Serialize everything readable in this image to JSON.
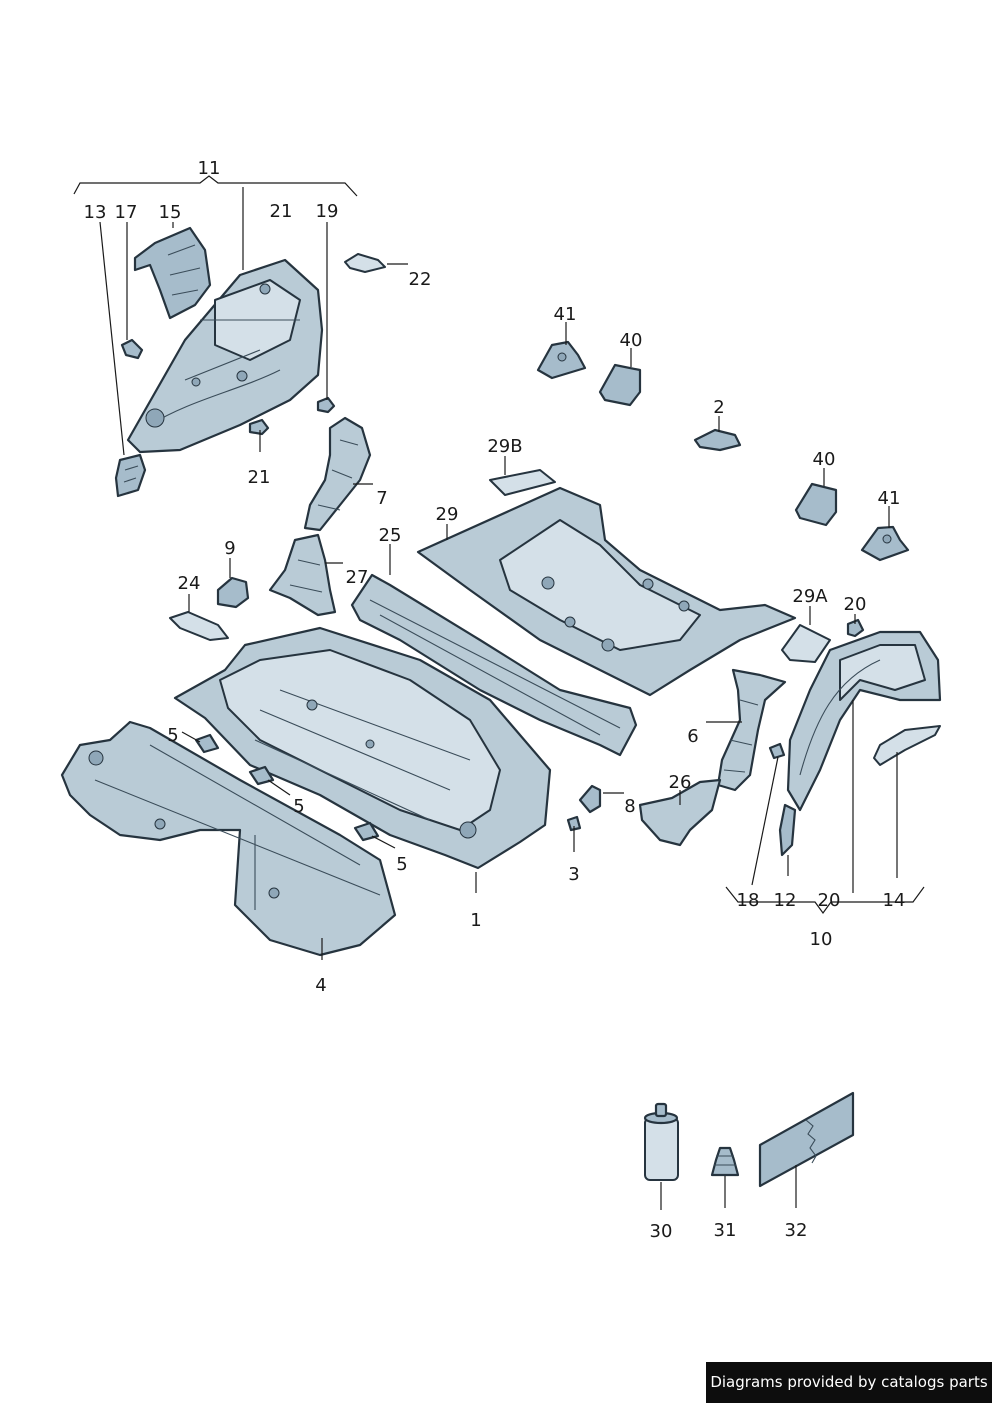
{
  "labels": {
    "l11": "11",
    "l13": "13",
    "l17": "17",
    "l15": "15",
    "l21a": "21",
    "l19": "19",
    "l22": "22",
    "l21b": "21",
    "l41a": "41",
    "l40a": "40",
    "l2": "2",
    "l29b": "29B",
    "l7": "7",
    "l40b": "40",
    "l41b": "41",
    "l29": "29",
    "l25": "25",
    "l9": "9",
    "l27": "27",
    "l24": "24",
    "l29a": "29A",
    "l20a": "20",
    "l5a": "5",
    "l6": "6",
    "l5b": "5",
    "l26": "26",
    "l8": "8",
    "l5c": "5",
    "l3": "3",
    "l18": "18",
    "l12": "12",
    "l20b": "20",
    "l14": "14",
    "l1": "1",
    "l10": "10",
    "l4": "4",
    "l30": "30",
    "l31": "31",
    "l32": "32"
  },
  "footer": {
    "text": "Diagrams provided by catalogs parts"
  },
  "colors": {
    "part_fill": "#b9cbd6",
    "outline": "#26343f",
    "footer_bg": "#0d0d0d"
  }
}
